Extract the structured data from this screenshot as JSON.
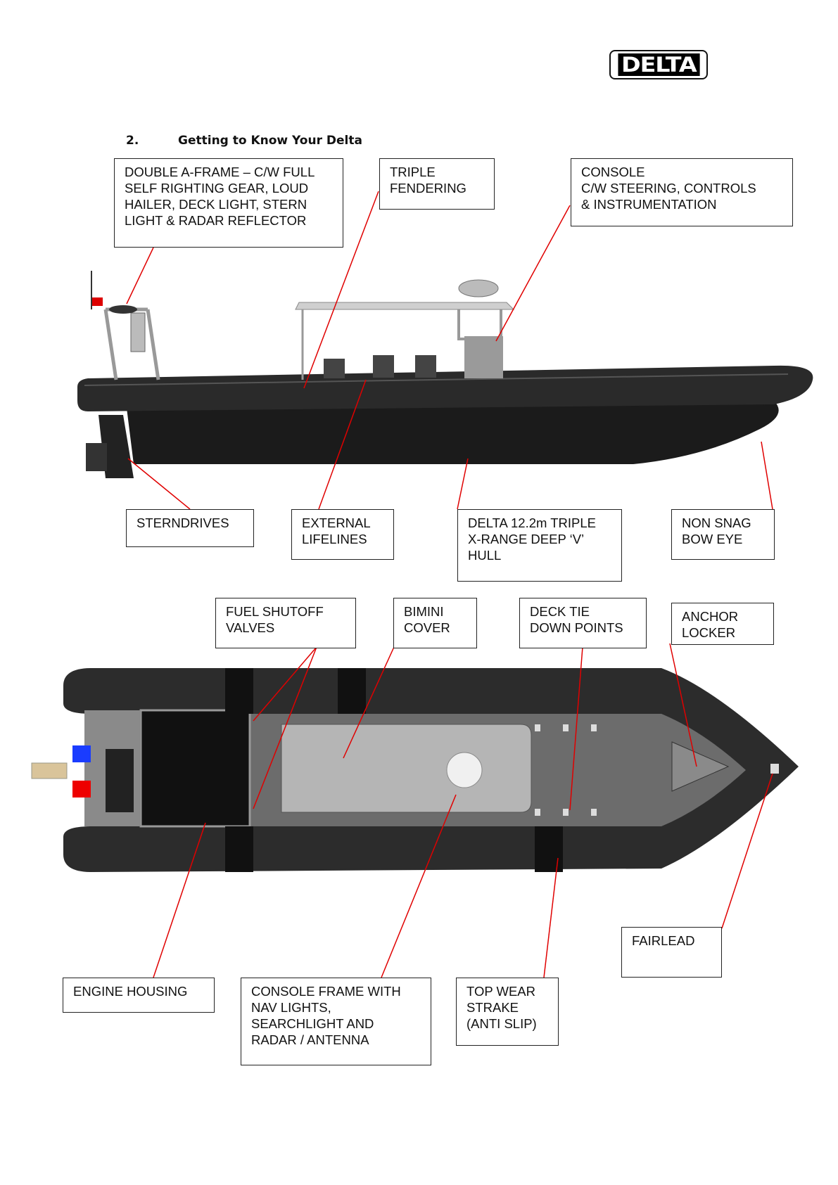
{
  "header": {
    "logo_text": "DELTA",
    "section_number": "2.",
    "section_title": "Getting to Know Your Delta"
  },
  "colors": {
    "leader_line": "#e00000",
    "hull_dark": "#1a1a1a",
    "deck_grey": "#6e6e6e"
  },
  "side_view_callouts": {
    "a_frame": "DOUBLE A-FRAME – C/W FULL\nSELF RIGHTING GEAR, LOUD\nHAILER, DECK LIGHT, STERN\nLIGHT & RADAR REFLECTOR",
    "fendering": "TRIPLE\nFENDERING",
    "console": "CONSOLE\nC/W STEERING, CONTROLS\n& INSTRUMENTATION",
    "sterndrives": "STERNDRIVES",
    "lifelines": "EXTERNAL\nLIFELINES",
    "hull": "DELTA 12.2m TRIPLE\nX-RANGE DEEP ‘V’\nHULL",
    "bow_eye": "NON SNAG\nBOW EYE"
  },
  "top_view_callouts": {
    "fuel_valves": "FUEL SHUTOFF\nVALVES",
    "bimini": "BIMINI\nCOVER",
    "deck_tie": "DECK TIE\nDOWN POINTS",
    "anchor_locker": "ANCHOR\nLOCKER",
    "fairlead": "FAIRLEAD",
    "engine_housing": "ENGINE HOUSING",
    "console_frame": "CONSOLE FRAME WITH\nNAV LIGHTS,\nSEARCHLIGHT AND\nRADAR / ANTENNA",
    "top_wear_strake": "TOP WEAR\nSTRAKE\n(ANTI SLIP)"
  }
}
